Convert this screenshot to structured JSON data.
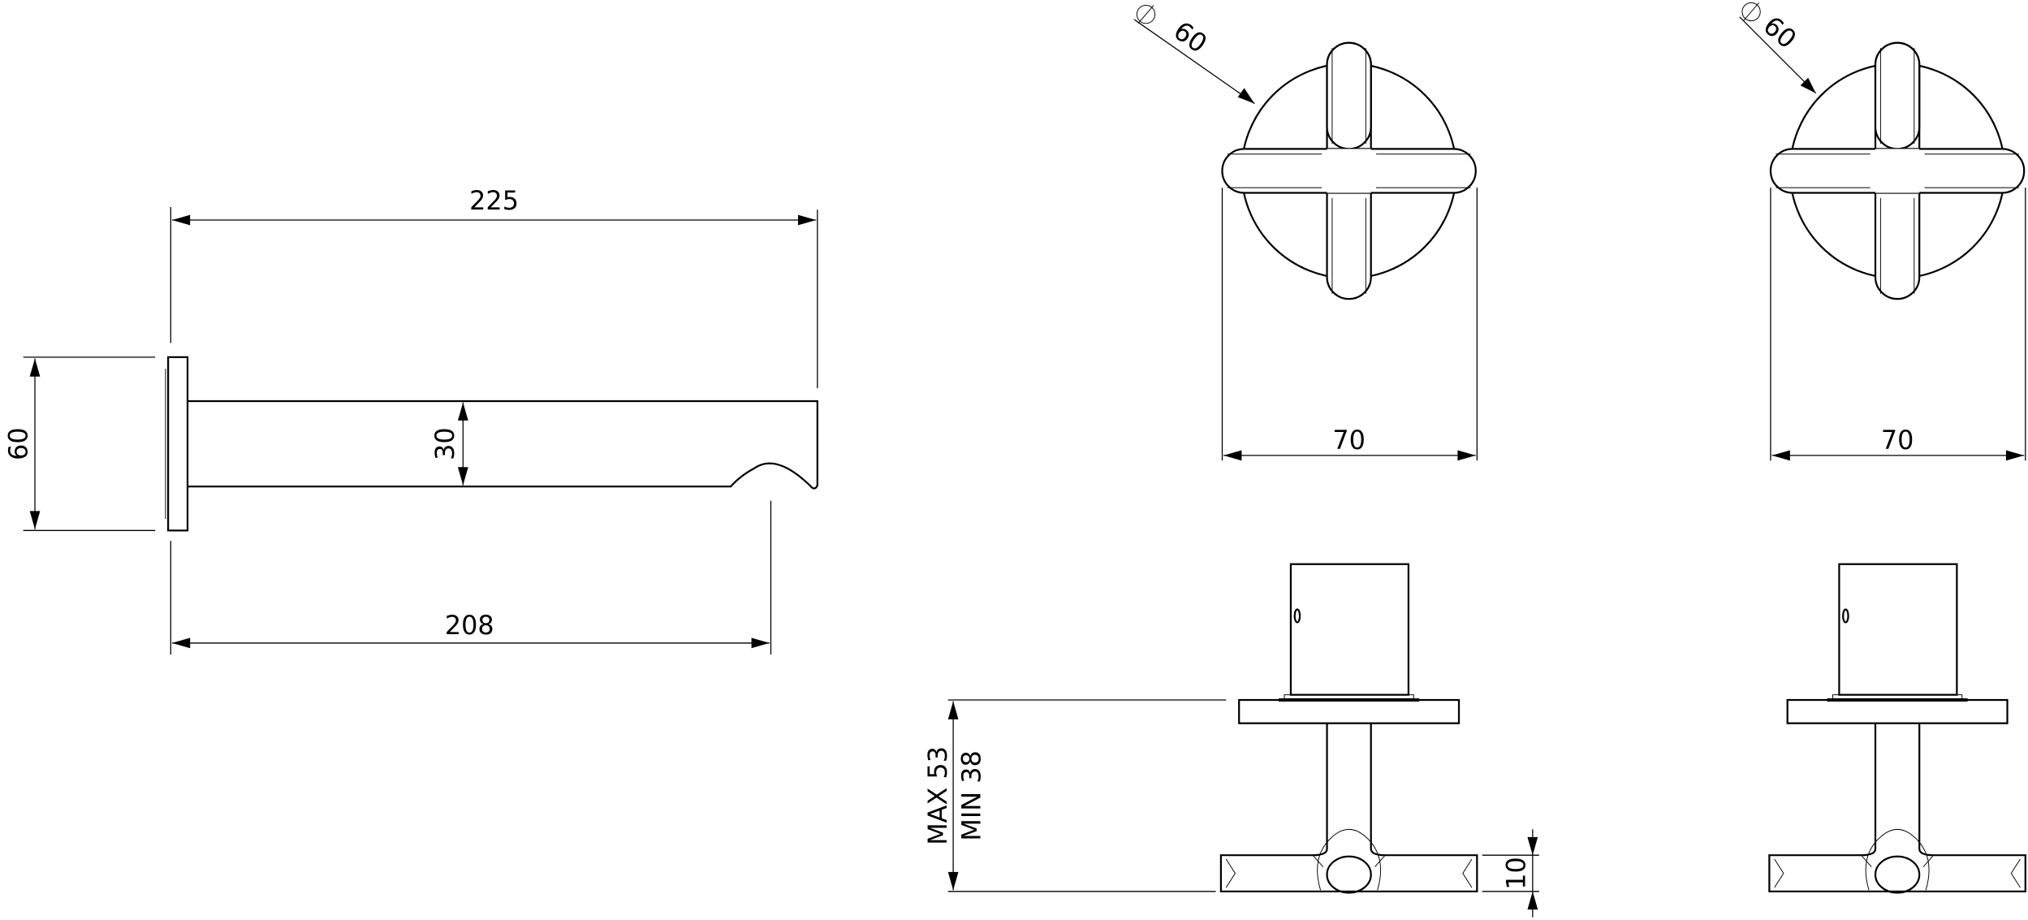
{
  "colors": {
    "line": "#000000",
    "background": "#ffffff"
  },
  "spout": {
    "length_overall": "225",
    "length_projection": "208",
    "backplate_height": "60",
    "spout_height": "30"
  },
  "handle_front": [
    {
      "diameter_symbol": "⌀",
      "diameter": "60",
      "width": "70"
    },
    {
      "diameter_symbol": "⌀",
      "diameter": "60",
      "width": "70"
    }
  ],
  "handle_side": {
    "depth_max": "MAX 53",
    "depth_min": "MIN 38",
    "handle_thickness": "10"
  }
}
